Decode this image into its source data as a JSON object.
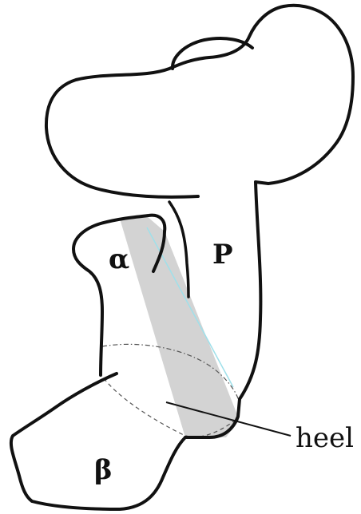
{
  "labels": {
    "p": "P",
    "alpha": "α",
    "beta": "β",
    "heel": "heel"
  },
  "colors": {
    "outline": "#111111",
    "heel_fill": "#d3d3d3",
    "heel_edge": "#9fe0ea"
  }
}
